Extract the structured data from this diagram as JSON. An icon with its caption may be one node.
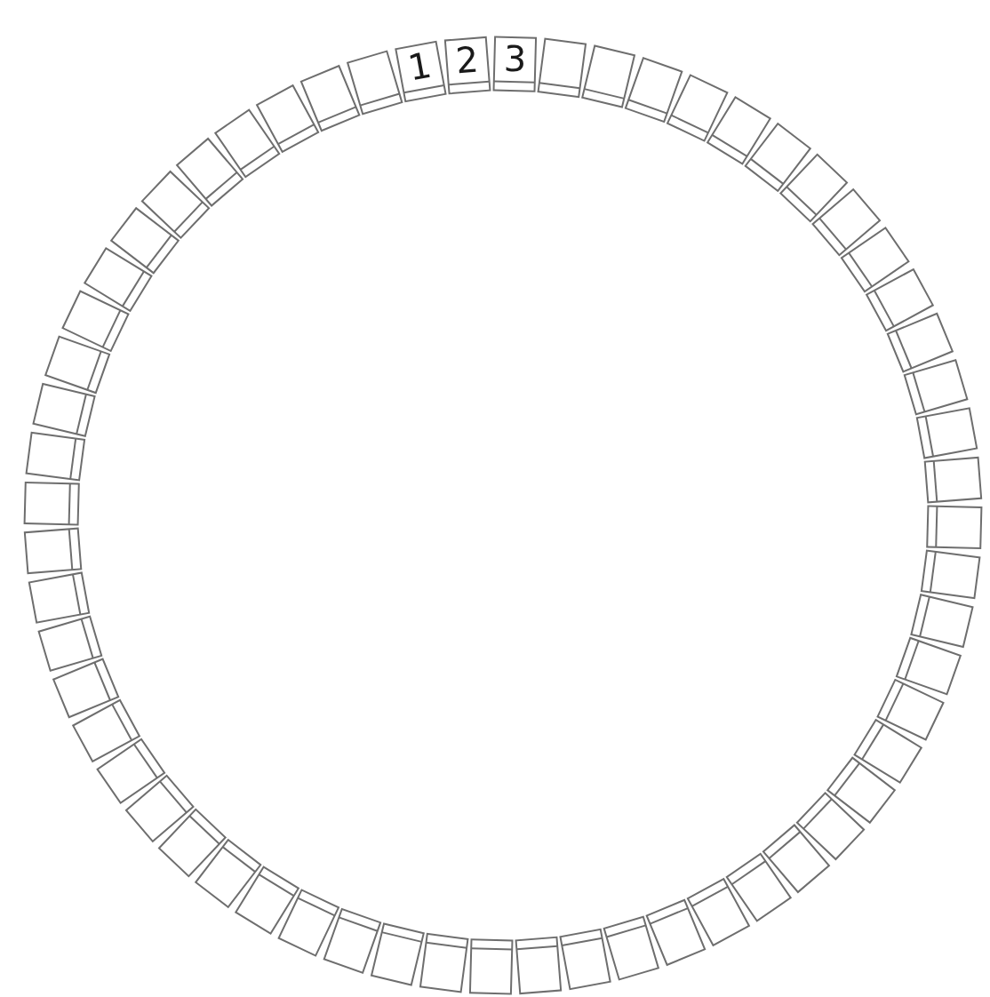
{
  "diagram": {
    "nodes": [
      {
        "text": [
          "1"
        ]
      },
      {
        "text": [
          "2"
        ]
      },
      {
        "text": [
          "3"
        ]
      },
      {
        "text": [],
        "shape": "box"
      },
      {
        "text": [],
        "shape": "box"
      },
      {
        "text": [],
        "shape": "box"
      },
      {
        "text": [],
        "shape": "box"
      },
      {
        "text": [],
        "shape": "box"
      },
      {
        "text": [],
        "shape": "box"
      },
      {
        "text": [],
        "shape": "box"
      },
      {
        "text": [],
        "shape": "box"
      },
      {
        "text": [],
        "shape": "box"
      },
      {
        "text": [],
        "shape": "box"
      },
      {
        "text": [],
        "shape": "box"
      },
      {
        "text": [],
        "shape": "box"
      },
      {
        "text": [],
        "shape": "box"
      },
      {
        "text": [],
        "shape": "box"
      },
      {
        "text": [],
        "shape": "box"
      },
      {
        "text": [],
        "shape": "box"
      },
      {
        "text": [],
        "shape": "box"
      },
      {
        "text": [],
        "shape": "box"
      },
      {
        "text": [],
        "shape": "box"
      },
      {
        "text": [],
        "shape": "box"
      },
      {
        "text": [],
        "shape": "box"
      },
      {
        "text": [],
        "shape": "box"
      },
      {
        "text": [],
        "shape": "box"
      },
      {
        "text": [],
        "shape": "box"
      },
      {
        "text": [],
        "shape": "box"
      },
      {
        "text": [],
        "shape": "box"
      },
      {
        "text": [],
        "shape": "box"
      },
      {
        "text": [],
        "shape": "box"
      },
      {
        "text": [],
        "shape": "box"
      },
      {
        "text": [],
        "shape": "box"
      },
      {
        "text": [],
        "shape": "box"
      },
      {
        "text": [],
        "shape": "box"
      },
      {
        "text": [],
        "shape": "box"
      },
      {
        "text": [],
        "shape": "box"
      },
      {
        "text": [],
        "shape": "box"
      },
      {
        "text": [],
        "shape": "box"
      },
      {
        "text": [],
        "shape": "box"
      },
      {
        "text": [],
        "shape": "box"
      },
      {
        "text": [],
        "shape": "box"
      },
      {
        "text": [],
        "shape": "box"
      },
      {
        "text": [],
        "shape": "box"
      },
      {
        "text": [],
        "shape": "box"
      },
      {
        "text": [],
        "shape": "box"
      },
      {
        "text": [],
        "shape": "box"
      },
      {
        "text": [],
        "shape": "box"
      },
      {
        "text": [],
        "shape": "box"
      },
      {
        "text": [],
        "shape": "box"
      },
      {
        "text": [],
        "shape": "box"
      },
      {
        "text": [],
        "shape": "box"
      },
      {
        "text": [],
        "shape": "box"
      },
      {
        "text": [],
        "shape": "box"
      },
      {
        "text": [],
        "shape": "box"
      },
      {
        "text": [],
        "shape": "box"
      },
      {
        "text": [],
        "shape": "box"
      },
      {
        "text": [],
        "shape": "box"
      },
      {
        "text": [],
        "shape": "box"
      },
      {
        "text": [],
        "shape": "box"
      }
    ]
  }
}
